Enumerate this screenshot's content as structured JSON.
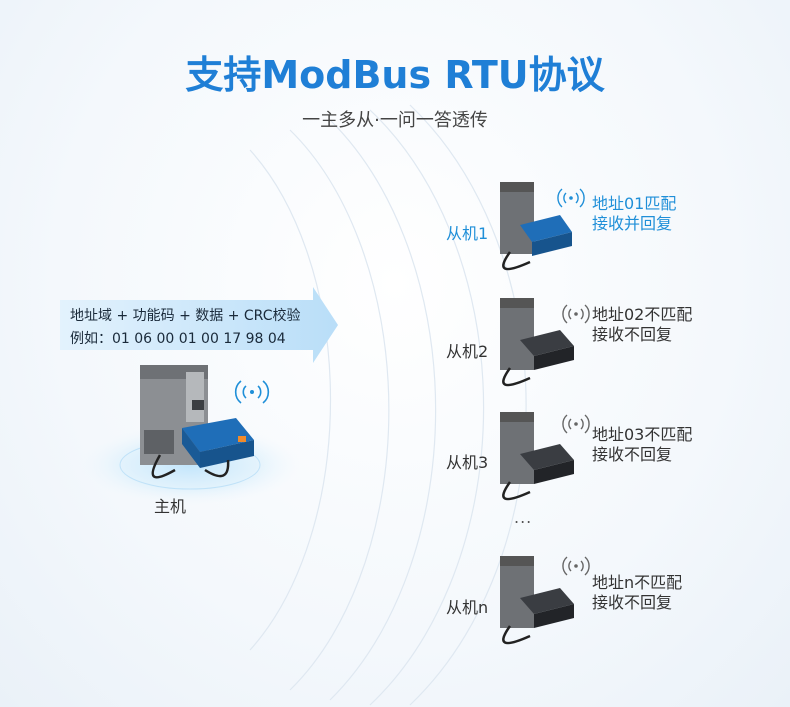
{
  "title": "支持ModBus RTU协议",
  "subtitle": "一主多从·一问一答透传",
  "frame": {
    "line1": "地址域 + 功能码 + 数据 + CRC校验",
    "line2": "例如：01  06  00 01  00 17  98 04"
  },
  "master": {
    "label": "主机"
  },
  "ellipsis": "...",
  "slaves": [
    {
      "label": "从机1",
      "status_line1": "地址01匹配",
      "status_line2": "接收并回复",
      "active": true
    },
    {
      "label": "从机2",
      "status_line1": "地址02不匹配",
      "status_line2": "接收不回复",
      "active": false
    },
    {
      "label": "从机3",
      "status_line1": "地址03不匹配",
      "status_line2": "接收不回复",
      "active": false
    },
    {
      "label": "从机n",
      "status_line1": "地址n不匹配",
      "status_line2": "接收不回复",
      "active": false
    }
  ],
  "colors": {
    "accent": "#1f7fd6",
    "active_text": "#1f8fd8",
    "arrow": "#c9e6fa"
  }
}
